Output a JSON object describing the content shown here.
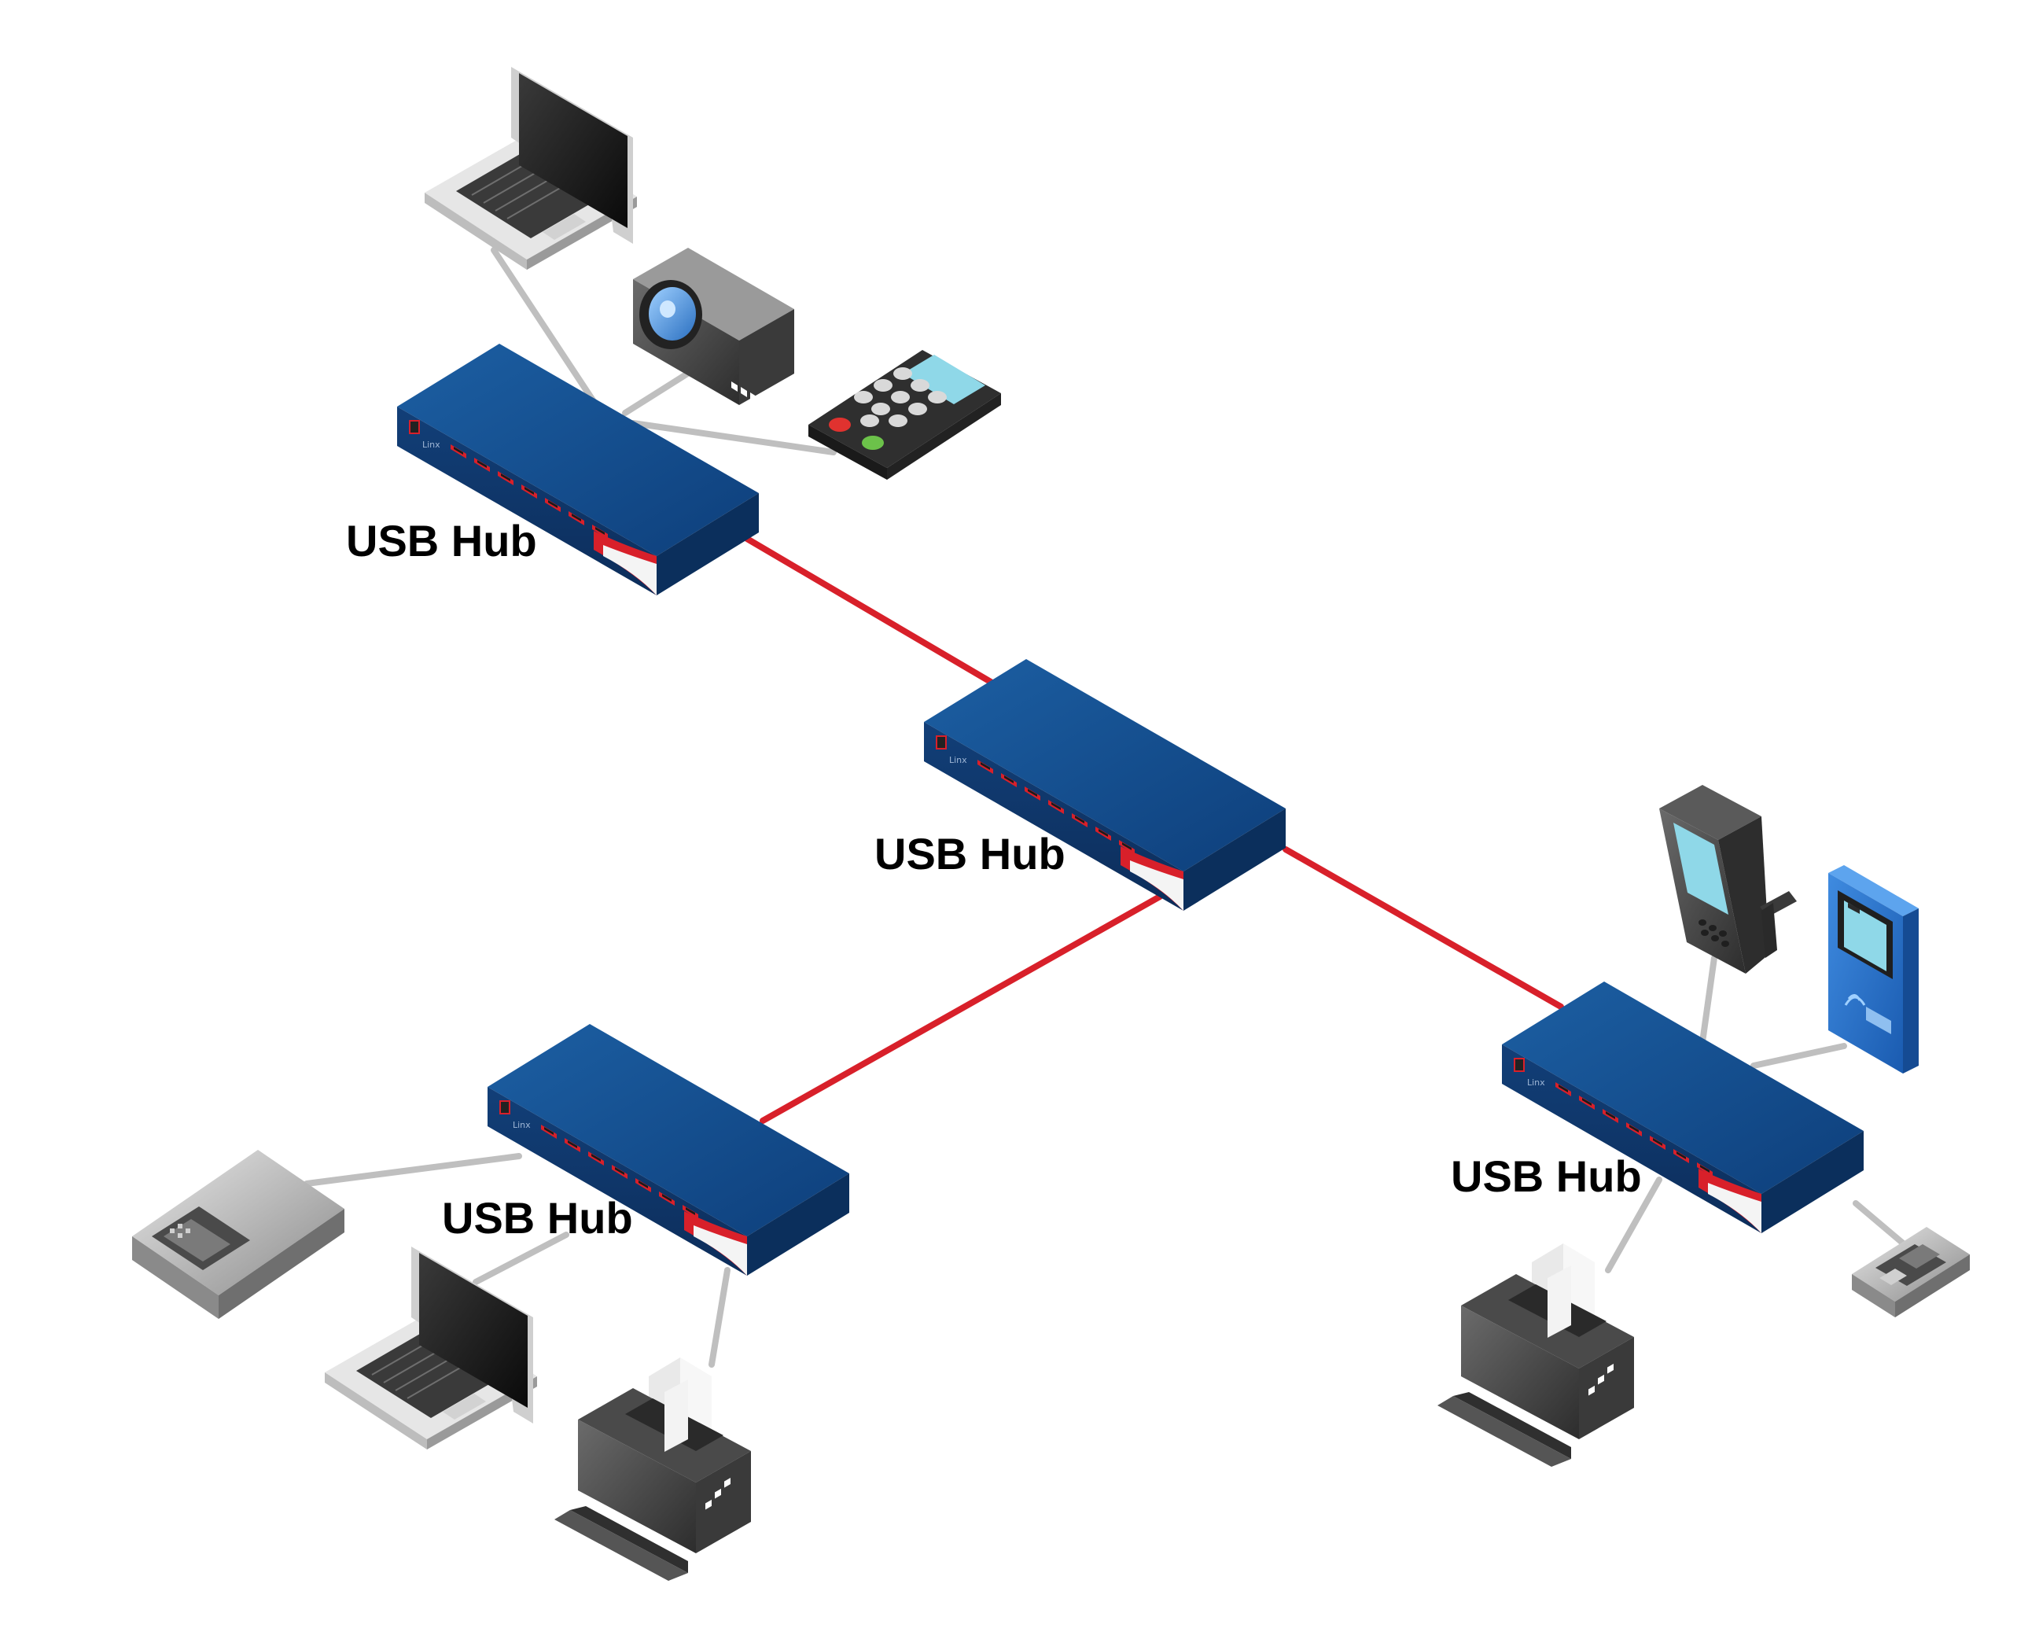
{
  "hubs": [
    {
      "id": "top-left",
      "label": "USB Hub"
    },
    {
      "id": "center",
      "label": "USB Hub"
    },
    {
      "id": "bottom-left",
      "label": "USB Hub"
    },
    {
      "id": "right",
      "label": "USB Hub"
    }
  ],
  "brand": "Linx",
  "colors": {
    "hub_top": "#16508f",
    "hub_front": "#0f3c74",
    "hub_side": "#0b2f5c",
    "port": "#d8202a",
    "hub_link": "#d8202a",
    "device_link": "#bfbfbf"
  },
  "devices": {
    "top-left": [
      "laptop-icon",
      "projector-icon",
      "keypad-icon"
    ],
    "bottom-left": [
      "scanner-icon",
      "laptop-icon",
      "printer-icon"
    ],
    "right": [
      "handheld-scanner-icon",
      "payment-terminal-icon",
      "printer-icon",
      "card-reader-icon"
    ]
  }
}
